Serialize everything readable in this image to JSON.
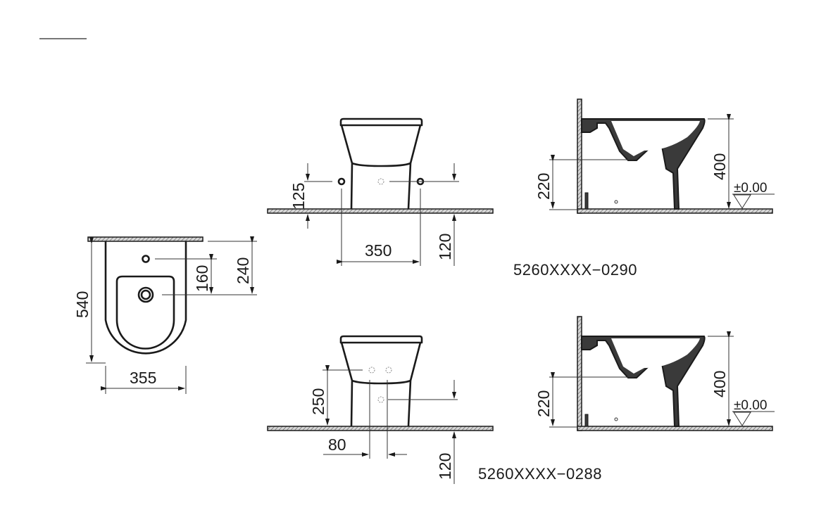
{
  "title_rule": {
    "present": true
  },
  "colors": {
    "line": "#1a1a1a",
    "hatch": "#7a7a7a",
    "background": "#ffffff"
  },
  "views": {
    "top_view": {
      "dims": {
        "length": "540",
        "width": "355",
        "tap_to_drain": "160",
        "wall_to_drain": "240"
      }
    },
    "front_view_0290": {
      "dims": {
        "height_connection": "125",
        "connection_spacing": "350",
        "floor_depth": "120"
      }
    },
    "side_view_0290": {
      "dims": {
        "outlet_height": "220",
        "rim_height": "400",
        "level": "±0.00"
      },
      "model_code": "5260XXXX−0290"
    },
    "front_view_0288": {
      "dims": {
        "connection_height": "250",
        "connection_offset": "80",
        "floor_depth": "120"
      },
      "model_code": "5260XXXX−0288"
    },
    "side_view_0288": {
      "dims": {
        "outlet_height": "220",
        "rim_height": "400",
        "level": "±0.00"
      }
    }
  }
}
